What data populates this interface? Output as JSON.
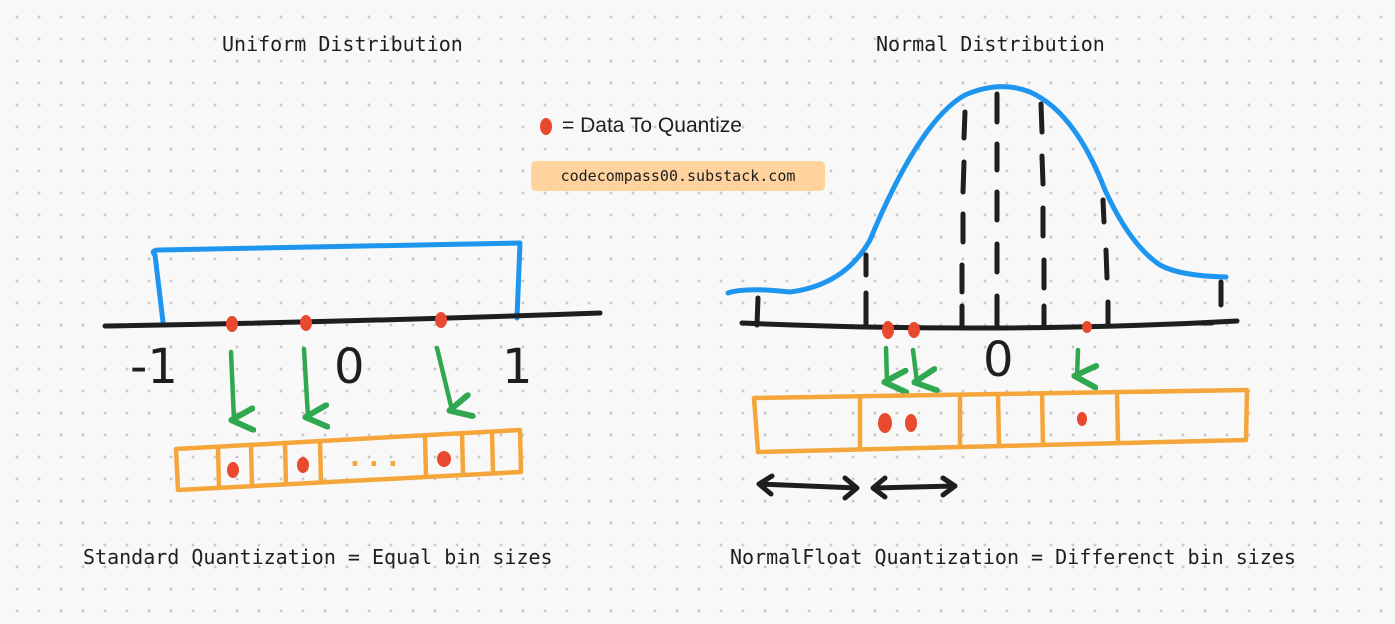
{
  "left_panel": {
    "title": "Uniform Distribution",
    "axis_labels": [
      "-1",
      "0",
      "1"
    ],
    "dots_label": ". . .",
    "caption": "Standard Quantization = Equal bin sizes"
  },
  "right_panel": {
    "title": "Normal Distribution",
    "axis_labels": [
      "0"
    ],
    "caption": "NormalFloat Quantization = Differenct bin sizes"
  },
  "legend": {
    "text": "= Data To Quantize"
  },
  "badge": {
    "text": "codecompass00.substack.com"
  },
  "colors": {
    "blue": "#1e96f0",
    "black": "#1e1e1e",
    "red": "#e8492f",
    "green": "#2fa84f",
    "orange": "#f4a63a",
    "badge": "#ffd29e"
  }
}
